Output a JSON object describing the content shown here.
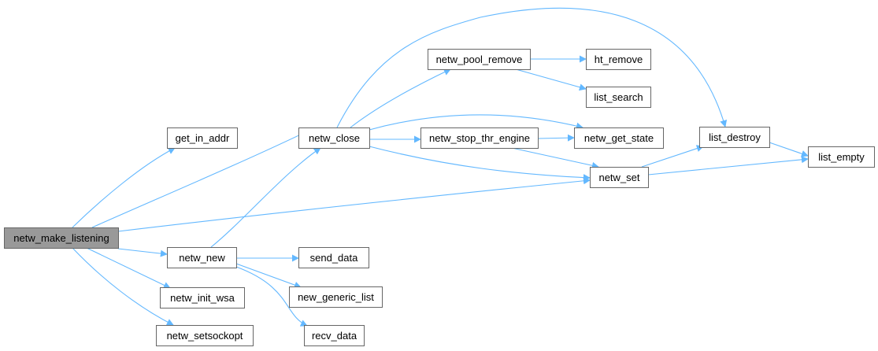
{
  "colors": {
    "edge": "#63b8ff",
    "node_fill": "#ffffff",
    "node_border": "#666666",
    "root_fill": "#999999",
    "text": "#000000"
  },
  "nodes": [
    {
      "id": "netw_make_listening",
      "label": "netw_make_listening",
      "root": true
    },
    {
      "id": "get_in_addr",
      "label": "get_in_addr"
    },
    {
      "id": "netw_close",
      "label": "netw_close"
    },
    {
      "id": "netw_new",
      "label": "netw_new"
    },
    {
      "id": "netw_init_wsa",
      "label": "netw_init_wsa"
    },
    {
      "id": "netw_setsockopt",
      "label": "netw_setsockopt"
    },
    {
      "id": "netw_pool_remove",
      "label": "netw_pool_remove"
    },
    {
      "id": "netw_stop_thr_engine",
      "label": "netw_stop_thr_engine"
    },
    {
      "id": "ht_remove",
      "label": "ht_remove"
    },
    {
      "id": "list_search",
      "label": "list_search"
    },
    {
      "id": "netw_get_state",
      "label": "netw_get_state"
    },
    {
      "id": "netw_set",
      "label": "netw_set"
    },
    {
      "id": "send_data",
      "label": "send_data"
    },
    {
      "id": "new_generic_list",
      "label": "new_generic_list"
    },
    {
      "id": "recv_data",
      "label": "recv_data"
    },
    {
      "id": "list_destroy",
      "label": "list_destroy"
    },
    {
      "id": "list_empty",
      "label": "list_empty"
    }
  ],
  "edges": [
    {
      "from": "netw_make_listening",
      "to": "get_in_addr"
    },
    {
      "from": "netw_make_listening",
      "to": "netw_close"
    },
    {
      "from": "netw_make_listening",
      "to": "netw_set"
    },
    {
      "from": "netw_make_listening",
      "to": "netw_new"
    },
    {
      "from": "netw_make_listening",
      "to": "netw_init_wsa"
    },
    {
      "from": "netw_make_listening",
      "to": "netw_setsockopt"
    },
    {
      "from": "netw_close",
      "to": "list_destroy"
    },
    {
      "from": "netw_close",
      "to": "netw_pool_remove"
    },
    {
      "from": "netw_close",
      "to": "netw_get_state"
    },
    {
      "from": "netw_close",
      "to": "netw_stop_thr_engine"
    },
    {
      "from": "netw_close",
      "to": "netw_set"
    },
    {
      "from": "netw_pool_remove",
      "to": "ht_remove"
    },
    {
      "from": "netw_pool_remove",
      "to": "list_search"
    },
    {
      "from": "netw_stop_thr_engine",
      "to": "netw_get_state"
    },
    {
      "from": "netw_stop_thr_engine",
      "to": "netw_set"
    },
    {
      "from": "netw_set",
      "to": "list_destroy"
    },
    {
      "from": "netw_set",
      "to": "list_empty"
    },
    {
      "from": "list_destroy",
      "to": "list_empty"
    },
    {
      "from": "netw_new",
      "to": "netw_close"
    },
    {
      "from": "netw_new",
      "to": "send_data"
    },
    {
      "from": "netw_new",
      "to": "new_generic_list"
    },
    {
      "from": "netw_new",
      "to": "recv_data"
    }
  ]
}
